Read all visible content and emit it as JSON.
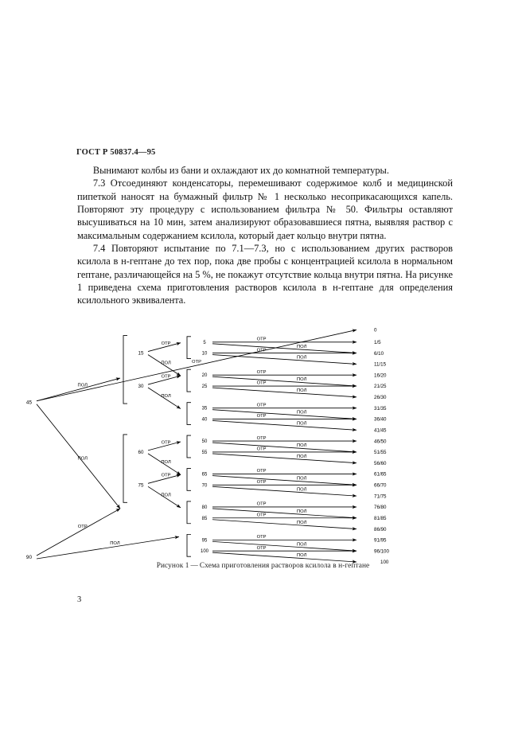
{
  "document": {
    "standard_header": "ГОСТ Р 50837.4—95",
    "page_number": "3"
  },
  "body": {
    "paragraphs": [
      "Вынимают колбы из бани и охлаждают их до комнатной температуры.",
      "7.3 Отсоединяют конденсаторы, перемешивают содержимое колб и медицинской пипеткой наносят на бумажный фильтр № 1 несколько несоприкасающихся капель. Повторяют эту процедуру с использованием фильтра № 50. Фильтры оставляют высушиваться на 10 мин, затем анализируют образовавшиеся пятна, выявляя раствор с максимальным содержанием ксилола, который дает кольцо внутри пятна.",
      "7.4 Повторяют испытание по 7.1—7.3, но с использованием других растворов ксилола в н-гептане до тех пор, пока две пробы с концентрацией ксилола в нормальном гептане, различающейся на 5 %, не покажут отсутствие кольца внутри пятна. На рисунке 1 приведена схема приготовления растворов ксилола в н-гептане для определения ксилольного эквивалента."
    ]
  },
  "figure": {
    "caption_label": "Рисунок 1",
    "caption_dash": "—",
    "caption_text": "Схема приготовления растворов ксилола в н-гептане",
    "edge_labels": {
      "negative": "ОТР",
      "positive": "ПОЛ"
    },
    "level1_nodes": [
      "45",
      "90"
    ],
    "level2_nodes": [
      "15",
      "30",
      "60",
      "75"
    ],
    "level3_nodes": [
      "5",
      "10",
      "20",
      "25",
      "35",
      "40",
      "50",
      "55",
      "65",
      "70",
      "80",
      "85",
      "95",
      "100"
    ],
    "results": [
      "0",
      "1/5",
      "6/10",
      "11/15",
      "16/20",
      "21/25",
      "26/30",
      "31/35",
      "36/40",
      "41/45",
      "46/50",
      "51/55",
      "56/60",
      "61/65",
      "66/70",
      "71/75",
      "76/80",
      "81/85",
      "86/90",
      "91/95",
      "96/100",
      "100"
    ]
  },
  "colors": {
    "ink": "#000000",
    "paper": "#ffffff"
  }
}
